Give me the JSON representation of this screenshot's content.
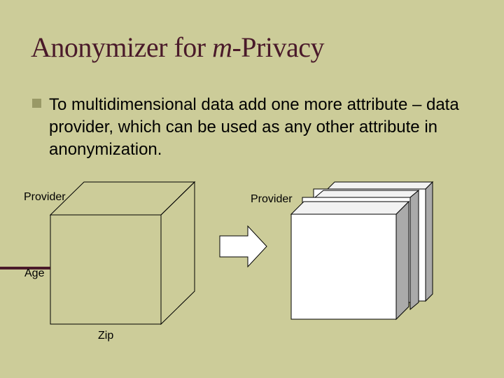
{
  "title": {
    "prefix": "Anonymizer for ",
    "italic": "m",
    "suffix": "-Privacy"
  },
  "bullets": [
    "To multidimensional data add one more attribute – data provider, which can be used as any other attribute in anonymization."
  ],
  "diagram": {
    "cube_labels": {
      "provider_top_left": "Provider",
      "provider_top_right": "Provider",
      "age": "Age",
      "zip": "Zip"
    }
  }
}
